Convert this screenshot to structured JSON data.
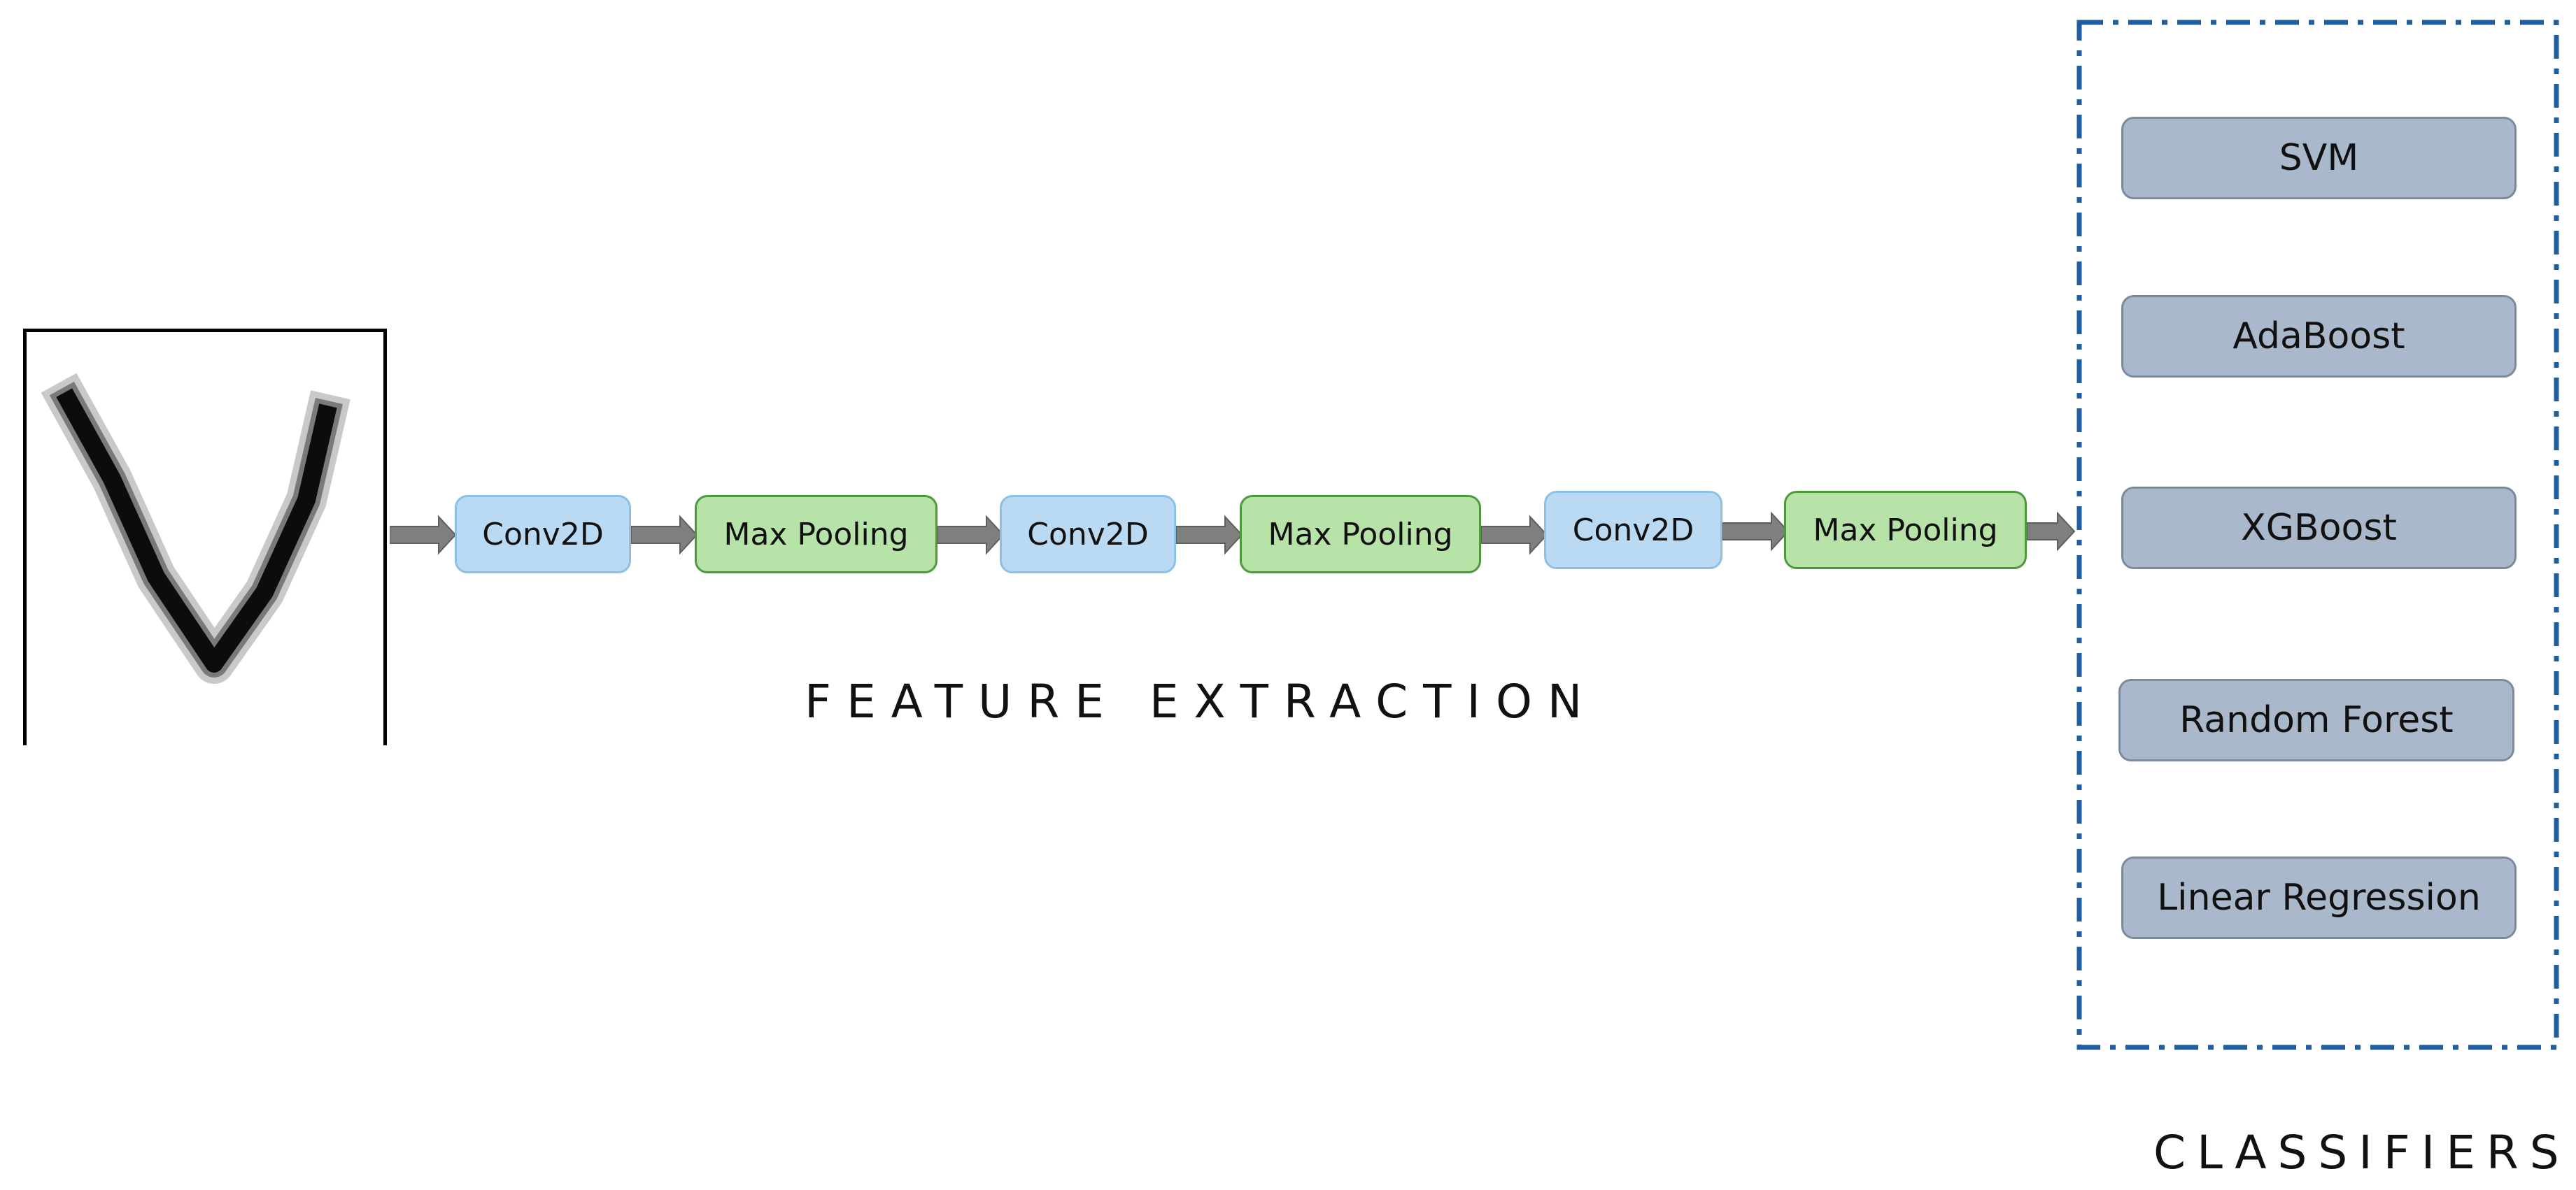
{
  "input_image": {
    "icon": "handwritten-v-digit-icon"
  },
  "pipeline": {
    "blocks": [
      {
        "label": "Conv2D",
        "kind": "conv"
      },
      {
        "label": "Max Pooling",
        "kind": "pool"
      },
      {
        "label": "Conv2D",
        "kind": "conv"
      },
      {
        "label": "Max Pooling",
        "kind": "pool"
      },
      {
        "label": "Conv2D",
        "kind": "conv"
      },
      {
        "label": "Max Pooling",
        "kind": "pool"
      }
    ],
    "caption": "FEATURE EXTRACTION"
  },
  "classifiers": {
    "items": [
      "SVM",
      "AdaBoost",
      "XGBoost",
      "Random Forest",
      "Linear Regression"
    ],
    "caption": "CLASSIFIERS"
  },
  "colors": {
    "conv_fill": "#b9daf2",
    "pool_fill": "#b7e2a8",
    "classifier_fill": "#aab8cb",
    "group_border": "#1f5fa0",
    "arrow": "#7f7f7f"
  }
}
